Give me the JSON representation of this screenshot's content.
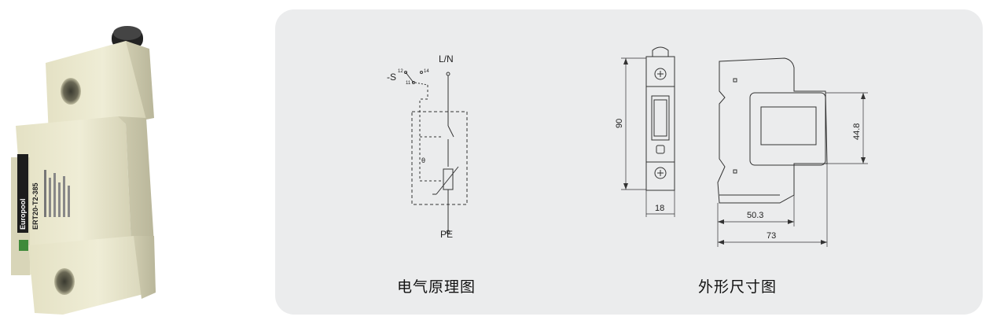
{
  "product": {
    "brand": "Europool",
    "model": "ERT20-T2-385"
  },
  "schematic": {
    "caption": "电气原理图",
    "terminal_top": "L/N",
    "terminal_bottom": "PE",
    "signal_label": "-S",
    "contact_labels": [
      "12",
      "14",
      "11"
    ],
    "theta_symbol": "θ"
  },
  "dimensions": {
    "caption": "外形尺寸图",
    "height": "90",
    "width": "18",
    "window_height": "44.8",
    "depth_mid": "50.3",
    "depth_total": "73"
  }
}
